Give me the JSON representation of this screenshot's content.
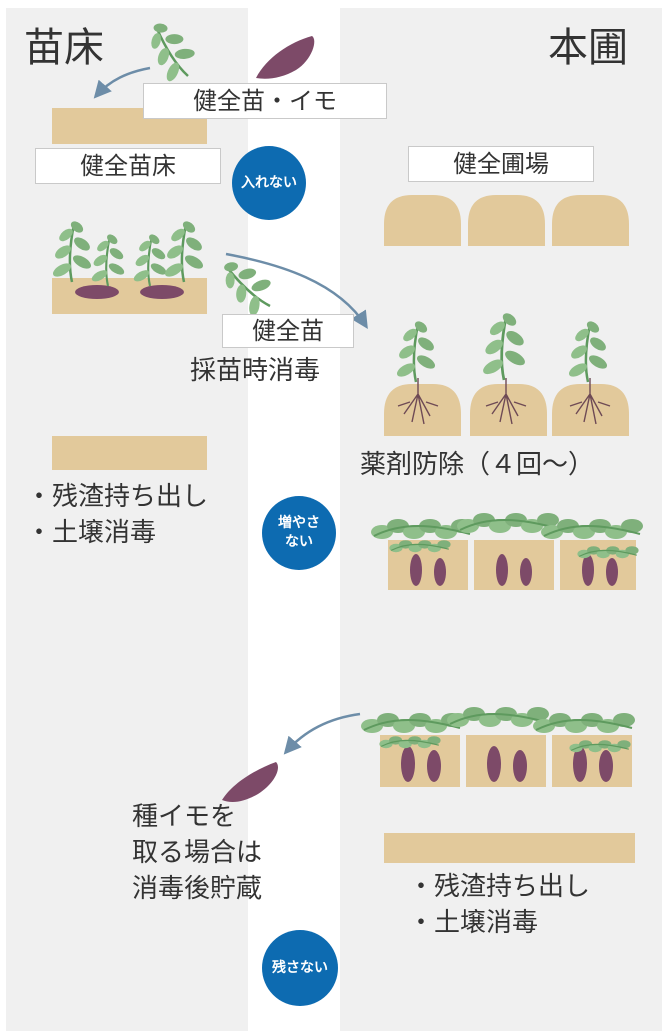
{
  "columns": {
    "nursery_title": "苗床",
    "field_title": "本圃"
  },
  "labels": {
    "healthy_seedling_tuber": "健全苗・イモ",
    "healthy_nursery": "健全苗床",
    "healthy_field": "健全圃場",
    "healthy_seedling": "健全苗",
    "seedling_disinfection": "採苗時消毒",
    "chemical_control": "薬剤防除（４回〜）",
    "nursery_measures": [
      "・残渣持ち出し",
      "・土壌消毒"
    ],
    "seed_tuber_storage": [
      "種イモを",
      "取る場合は",
      "消毒後貯蔵"
    ],
    "field_measures": [
      "・残渣持ち出し",
      "・土壌消毒"
    ]
  },
  "principles": {
    "do_not_introduce": "入れない",
    "do_not_increase": [
      "増やさ",
      "ない"
    ],
    "do_not_leave": "残さない"
  },
  "colors": {
    "column_bg": "#f0f0f0",
    "soil": "#e2c99b",
    "circle": "#0d6bb1",
    "leaf": "#8fbf8a",
    "leaf_dark": "#5e9a5e",
    "tuber": "#7d4a68",
    "root": "#6e4a55",
    "arrow": "#6d8da8"
  },
  "icons": [
    "seedling-icon",
    "sweet-potato-icon",
    "ridge-icon",
    "arrow-icon"
  ]
}
